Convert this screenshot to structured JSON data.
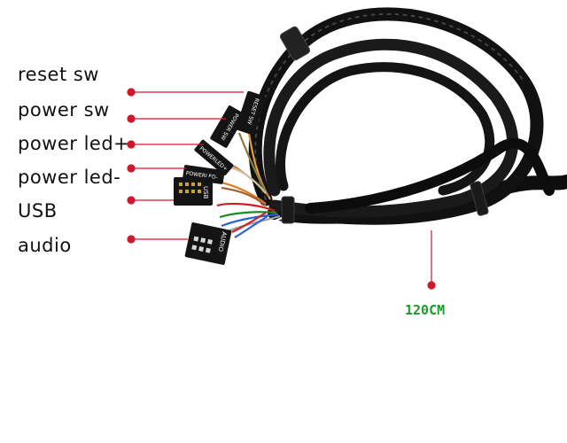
{
  "labels": {
    "reset_sw": "reset sw",
    "power_sw": "power sw",
    "power_led_plus": "power led+",
    "power_led_minus": "power led-",
    "usb": "USB",
    "audio": "audio"
  },
  "length_label": "120CM",
  "connector_text": {
    "reset": "RESET SW",
    "power": "POWER SW",
    "powerled_plus": "POWERLED+",
    "powerled_minus": "POWERLED-",
    "usb": "USB",
    "audio": "AUDIO"
  },
  "colors": {
    "pointer": "#d3172b",
    "length_text": "#1f9a2c",
    "cable": "#111111",
    "background": "#ffffff"
  }
}
